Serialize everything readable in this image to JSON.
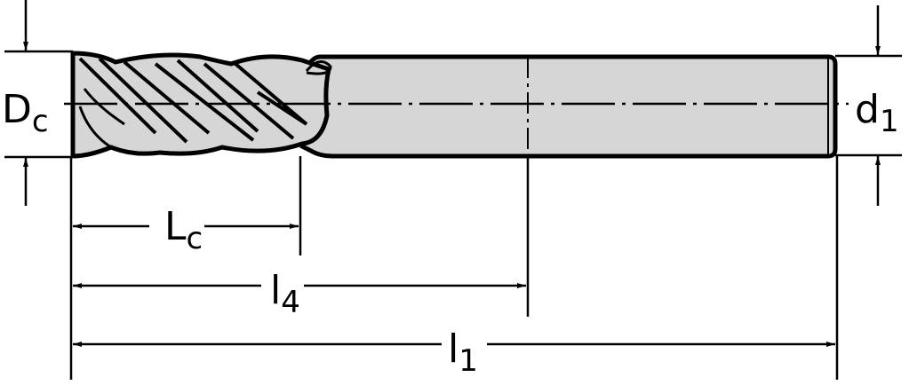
{
  "diagram": {
    "type": "technical-drawing",
    "subject": "4-flute end mill",
    "colors": {
      "line": "#000000",
      "body_fill": "#d6d6d6",
      "background": "#ffffff"
    },
    "labels": {
      "cutting_diameter": {
        "main": "D",
        "sub": "c"
      },
      "shank_diameter": {
        "main": "d",
        "sub": "1"
      },
      "cutting_length": {
        "main": "L",
        "sub": "c"
      },
      "usable_length": {
        "main": "l",
        "sub": "4"
      },
      "overall_length": {
        "main": "l",
        "sub": "1"
      }
    }
  }
}
